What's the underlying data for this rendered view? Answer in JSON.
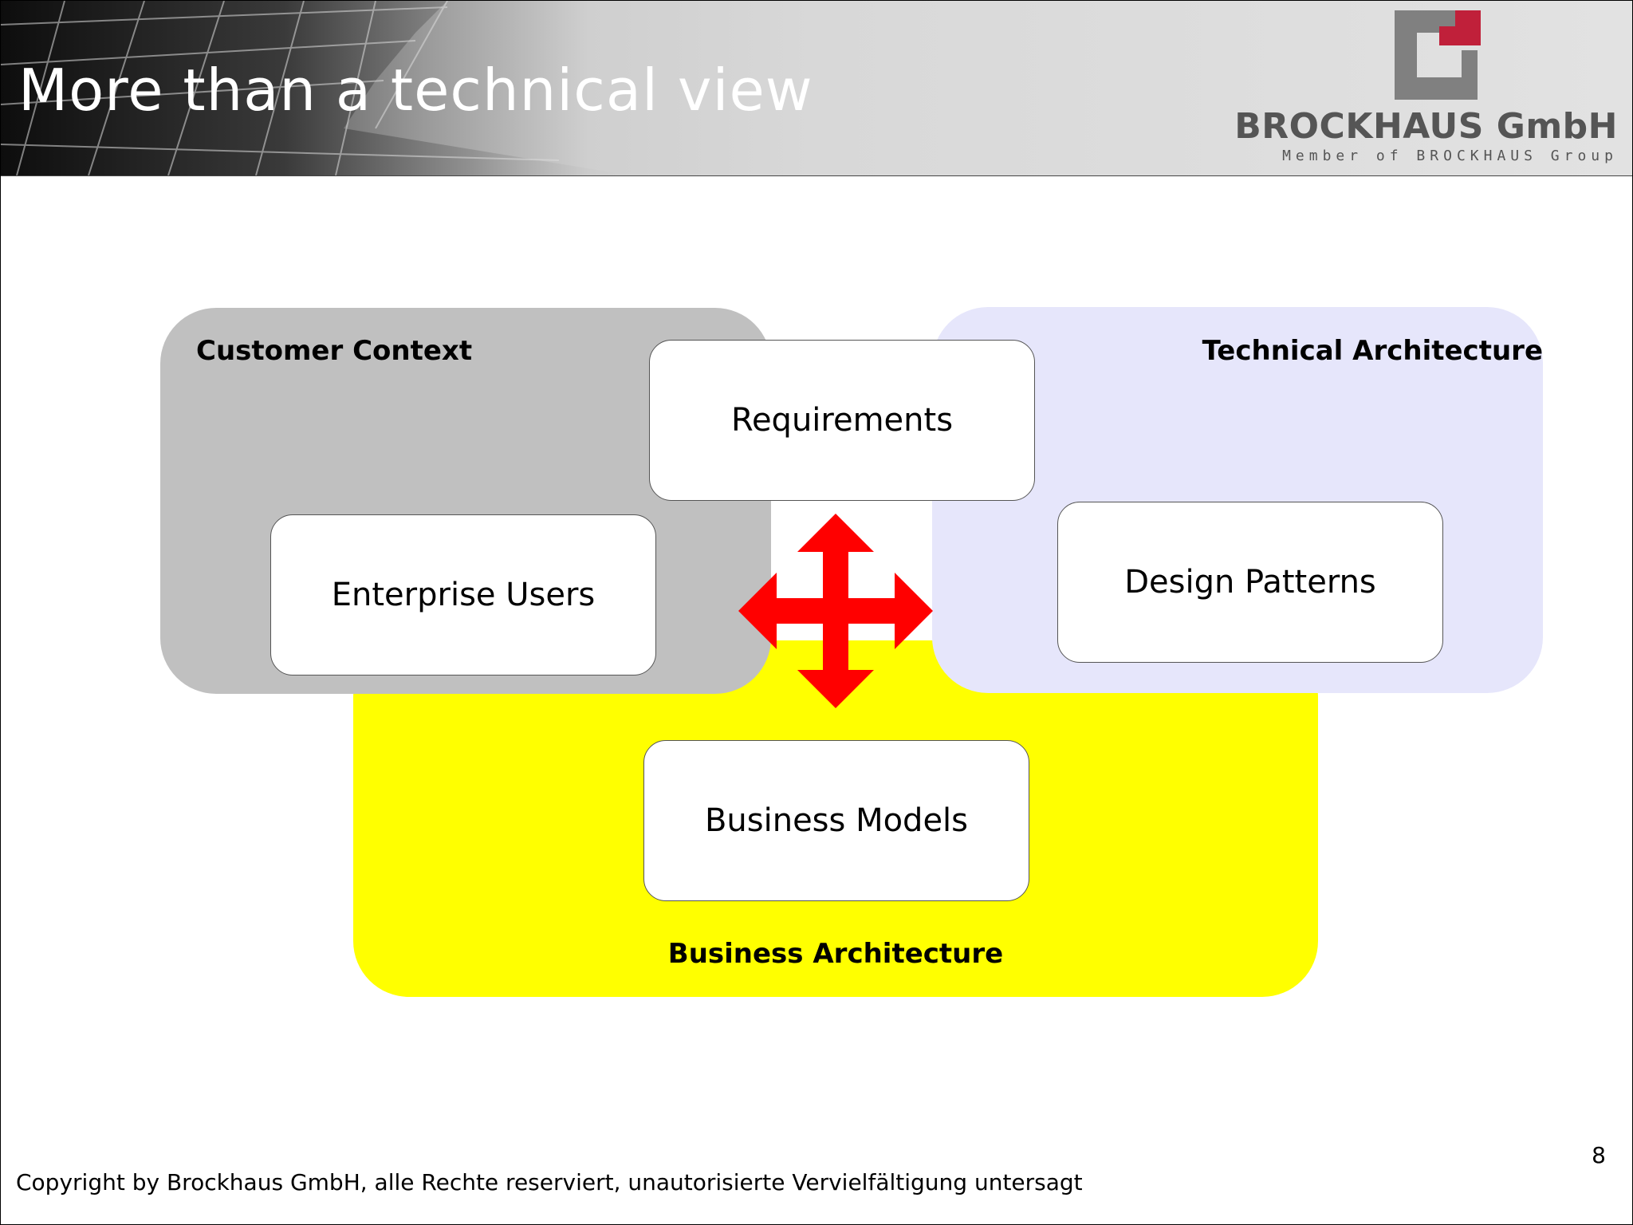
{
  "slide": {
    "title": "More than a technical view",
    "page_number": "8",
    "copyright": "Copyright by Brockhaus GmbH, alle Rechte reserviert, unautorisierte Vervielfältigung untersagt"
  },
  "logo": {
    "name": "BROCKHAUS GmbH",
    "tagline": "Member of BROCKHAUS Group",
    "mark_icon": "brockhaus-logo-icon",
    "colors": {
      "gray": "#808080",
      "red": "#c0203a"
    }
  },
  "diagram": {
    "regions": [
      {
        "label": "Customer Context",
        "color": "#c0c0c0"
      },
      {
        "label": "Technical Architecture",
        "color": "#e6e6fb"
      },
      {
        "label": "Business Architecture",
        "color": "#ffff00"
      }
    ],
    "boxes": {
      "requirements": "Requirements",
      "enterprise_users": "Enterprise Users",
      "design_patterns": "Design Patterns",
      "business_models": "Business Models"
    },
    "center_icon": "four-way-arrow-icon",
    "arrow_color": "#ff0000"
  }
}
